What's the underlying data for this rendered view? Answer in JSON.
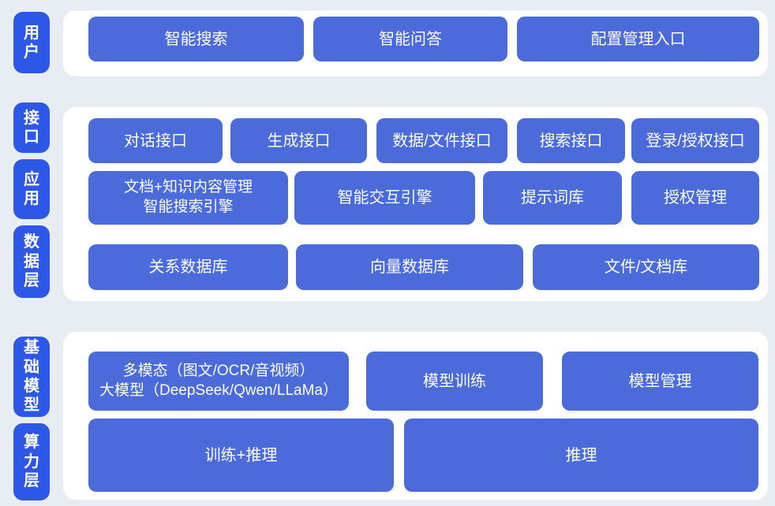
{
  "colors": {
    "bg": "#e8edf4",
    "panel": "#ffffff",
    "button": "#4a6bd9",
    "side_label": "#2d57e6",
    "text_on_blue": "#ffffff"
  },
  "diagram": {
    "sections": [
      {
        "id": "user",
        "side_labels": [
          {
            "text": "用户"
          }
        ],
        "rows": [
          {
            "buttons": [
              {
                "label": "智能搜索"
              },
              {
                "label": "智能问答"
              },
              {
                "label": "配置管理入口"
              }
            ]
          }
        ]
      },
      {
        "id": "interface-application-data",
        "side_labels": [
          {
            "text": "接口"
          },
          {
            "text": "应用"
          },
          {
            "text": "数据层"
          }
        ],
        "rows": [
          {
            "buttons": [
              {
                "label": "对话接口"
              },
              {
                "label": "生成接口"
              },
              {
                "label": "数据/文件接口"
              },
              {
                "label": "搜索接口"
              },
              {
                "label": "登录/授权接口"
              }
            ]
          },
          {
            "buttons": [
              {
                "line1": "文档+知识内容管理",
                "line2": "智能搜索引擎"
              },
              {
                "label": "智能交互引擎"
              },
              {
                "label": "提示词库"
              },
              {
                "label": "授权管理"
              }
            ]
          },
          {
            "buttons": [
              {
                "label": "关系数据库"
              },
              {
                "label": "向量数据库"
              },
              {
                "label": "文件/文档库"
              }
            ]
          }
        ]
      },
      {
        "id": "foundation-compute",
        "side_labels": [
          {
            "text": "基础模型"
          },
          {
            "text": "算力层"
          }
        ],
        "rows": [
          {
            "buttons": [
              {
                "line1": "多模态（图文/OCR/音视频）",
                "line2": "大模型（DeepSeek/Qwen/LLaMa）"
              },
              {
                "label": "模型训练"
              },
              {
                "label": "模型管理"
              }
            ]
          },
          {
            "buttons": [
              {
                "label": "训练+推理"
              },
              {
                "label": "推理"
              }
            ]
          }
        ]
      }
    ]
  }
}
